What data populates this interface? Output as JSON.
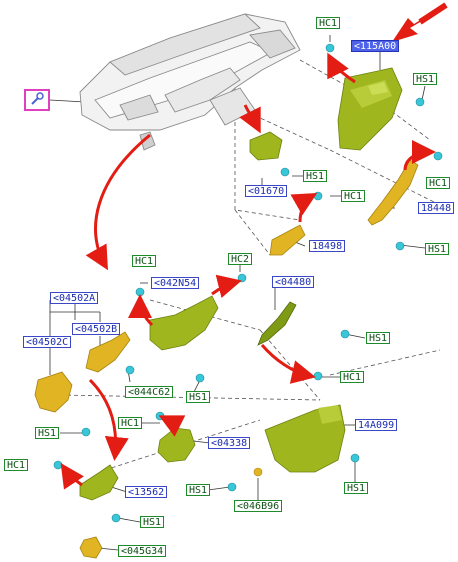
{
  "labels": {
    "hc1_top": "HC1",
    "p115A00": "<115A00",
    "hs1_top": "HS1",
    "hc1_r": "HC1",
    "p01670": "<01670",
    "hs1_m": "HS1",
    "hc1_m": "HC1",
    "p18448": "18448",
    "p18498": "18498",
    "hs1_r": "HS1",
    "hc1_l": "HC1",
    "hc2": "HC2",
    "p042N54": "<042N54",
    "p04480": "<04480",
    "p04502A": "<04502A",
    "p04502B": "<04502B",
    "p04502C": "<04502C",
    "hs1_c": "HS1",
    "p044C62": "<044C62",
    "hc1_c": "HC1",
    "hs1_cm": "HS1",
    "hc1_mid": "HC1",
    "p04338": "<04338",
    "p14A099": "14A099",
    "hs1_l": "HS1",
    "hc1_left": "HC1",
    "p13562": "<13562",
    "hs1_b": "HS1",
    "hs1_br": "HS1",
    "p046B96": "<046B96",
    "hs1_bl": "HS1",
    "p045G34": "<045G34"
  },
  "colors": {
    "part_fill": "#9fb61e",
    "part_dark": "#6d8210",
    "part_yellow": "#e0b423",
    "clip": "#39c6d8",
    "arrow": "#e31d13",
    "label_blue": "#3a48c8",
    "label_green": "#1f8a2a",
    "selected_fill": "#4f63ea",
    "icon_border": "#e040c0"
  },
  "icons": {
    "tool": "magnify-tool-icon",
    "callout": "red-callout-arrow-icon"
  }
}
